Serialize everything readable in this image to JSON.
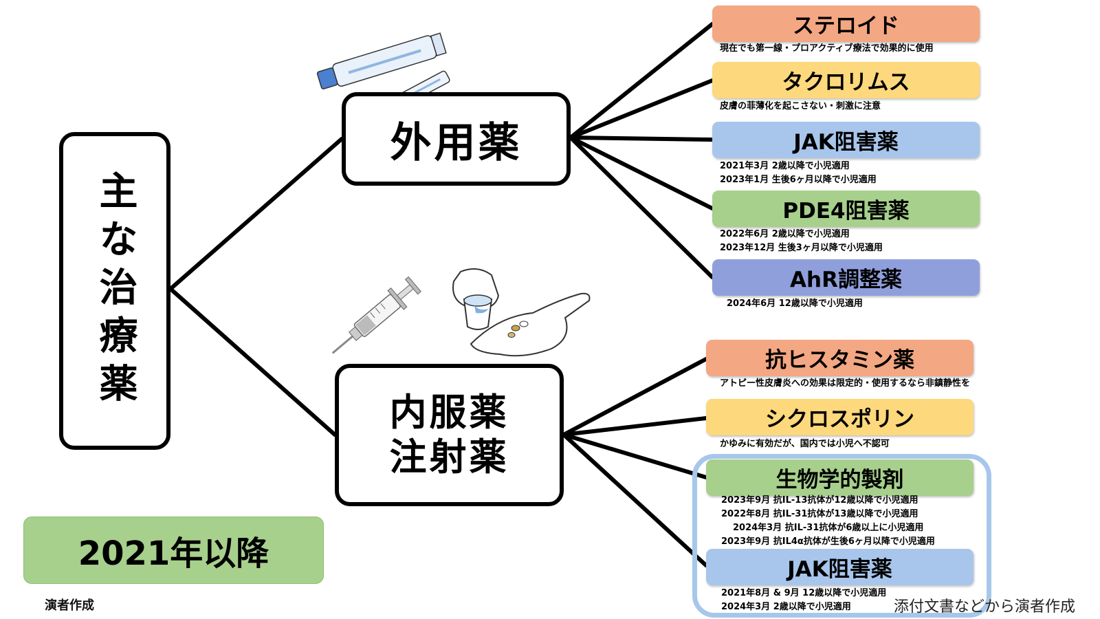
{
  "root": {
    "label": "主な治療薬"
  },
  "topical": {
    "label": "外用薬",
    "drugs": [
      {
        "name": "ステロイド",
        "color": "#f4a783",
        "notes": [
          "現在でも第一線・プロアクティブ療法で効果的に使用"
        ]
      },
      {
        "name": "タクロリムス",
        "color": "#fdd87c",
        "notes": [
          "皮膚の菲薄化を起こさない・刺激に注意"
        ]
      },
      {
        "name": "JAK阻害薬",
        "color": "#a8c6ec",
        "notes": [
          "2021年3月 2歳以降で小児適用",
          "2023年1月 生後6ヶ月以降で小児適用"
        ]
      },
      {
        "name": "PDE4阻害薬",
        "color": "#a7d08c",
        "notes": [
          "2022年6月 2歳以降で小児適用",
          "2023年12月 生後3ヶ月以降で小児適用"
        ]
      },
      {
        "name": "AhR調整薬",
        "color": "#8f9fdc",
        "notes": [
          "2024年6月 12歳以降で小児適用"
        ]
      }
    ]
  },
  "oral": {
    "label_line1": "内服薬",
    "label_line2": "注射薬",
    "drugs": [
      {
        "name": "抗ヒスタミン薬",
        "color": "#f4a783",
        "notes": [
          "アトピー性皮膚炎への効果は限定的・使用するなら非鎮静性を"
        ]
      },
      {
        "name": "シクロスポリン",
        "color": "#fdd87c",
        "notes": [
          "かゆみに有効だが、国内では小児へ不認可"
        ]
      },
      {
        "name": "生物学的製剤",
        "color": "#a7d08c",
        "notes": [
          "2023年9月 抗IL-13抗体が12歳以降で小児適用",
          "2022年8月 抗IL-31抗体が13歳以降で小児適用",
          "2024年3月 抗IL-31抗体が6歳以上に小児適用",
          "2023年9月 抗IL4α抗体が生後6ヶ月以降で小児適用"
        ]
      },
      {
        "name": "JAK阻害薬",
        "color": "#a8c6ec",
        "notes": [
          "2021年8月 & 9月 12歳以降で小児適用",
          "2024年3月 2歳以降で小児適用"
        ]
      }
    ]
  },
  "badge": {
    "label": "2021年以降"
  },
  "credits": {
    "presenter": "演者作成",
    "source": "添付文書などから演者作成"
  }
}
